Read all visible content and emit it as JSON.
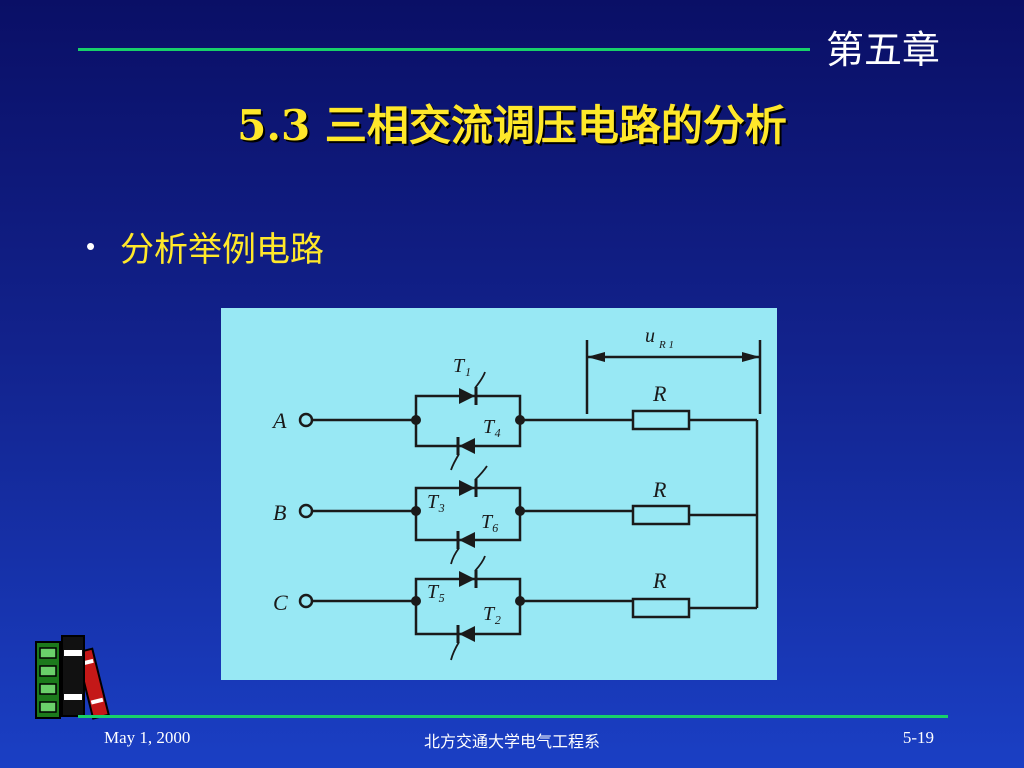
{
  "header": {
    "chapter": "第五章",
    "title": "5.3  三相交流调压电路的分析"
  },
  "content": {
    "bullet": "•",
    "item_text": "分析举例电路"
  },
  "figure": {
    "phases": [
      "A",
      "B",
      "C"
    ],
    "thyristors": [
      "T₁",
      "T₄",
      "T₃",
      "T₆",
      "T₅",
      "T₂"
    ],
    "resistor_label": "R",
    "voltage_label": "u",
    "voltage_sub": "R 1"
  },
  "footer": {
    "date": "May 1, 2000",
    "organization": "北方交通大学电气工程系",
    "page": "5-19"
  },
  "colors": {
    "background_top": "#0a0f66",
    "background_bottom": "#1a3fc4",
    "title": "#ffe82a",
    "rule": "#18d06a",
    "figure_bg": "#98e8f4"
  }
}
